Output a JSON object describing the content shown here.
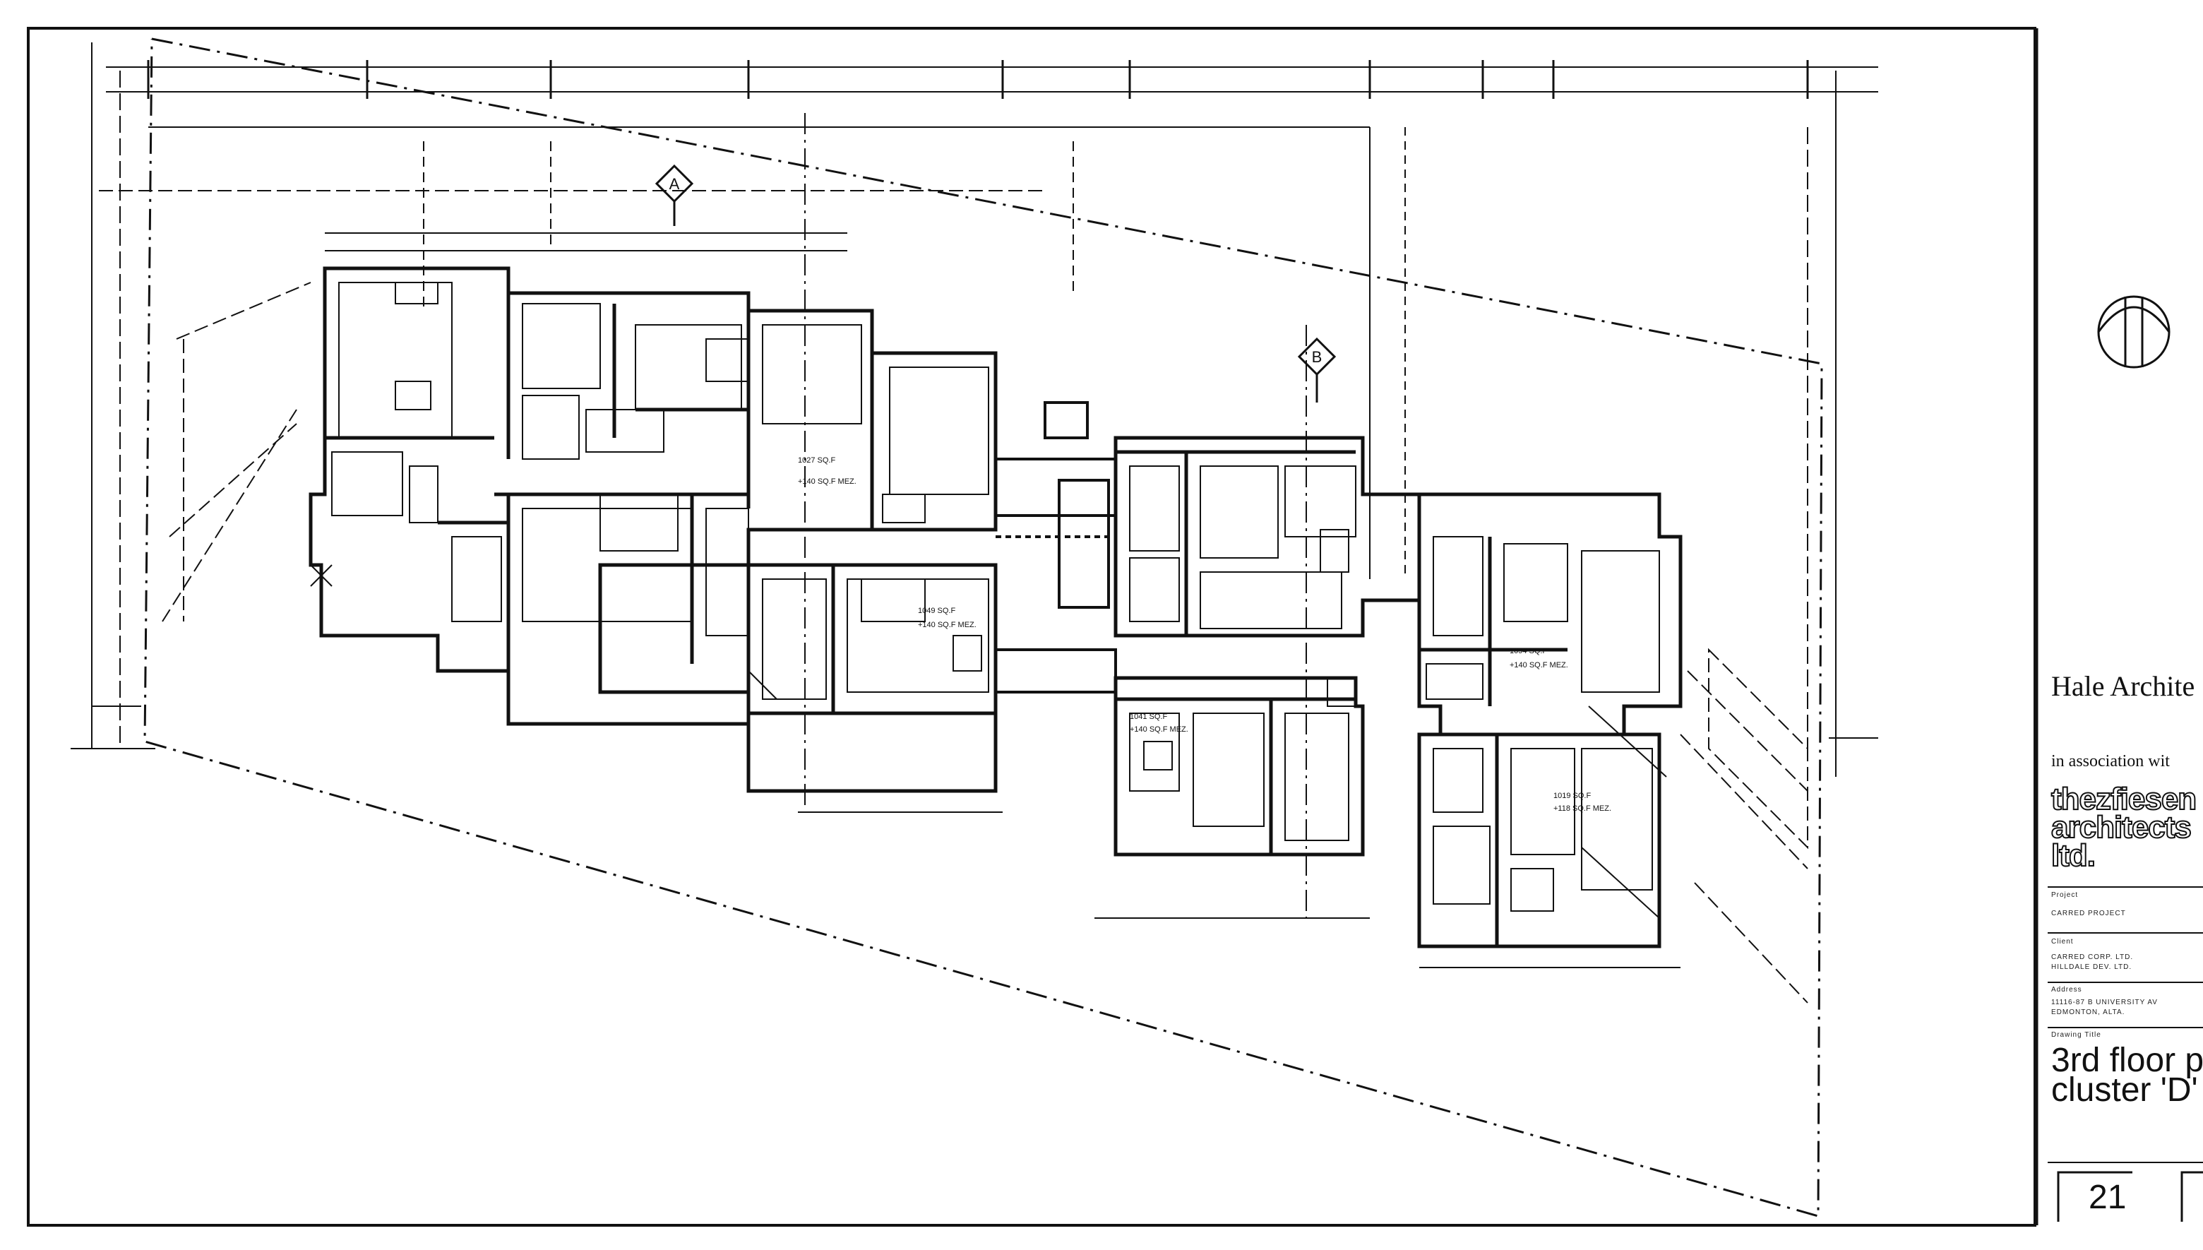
{
  "title_block": {
    "firm": "Hale Archite",
    "association": "in association wit",
    "associate_firm_lines": [
      "thezfiesen",
      "architects",
      "ltd."
    ],
    "project_label": "Project",
    "project": "CARRED PROJECT",
    "client_label": "Client",
    "client_lines": [
      "CARRED CORP. LTD.",
      "HILLDALE DEV. LTD."
    ],
    "address_label": "Address",
    "address_lines": [
      "11116-87 B UNIVERSITY AV",
      "EDMONTON, ALTA."
    ],
    "drawing_title_label": "Drawing Title",
    "drawing_title_lines": [
      "3rd floor p",
      "cluster 'D'"
    ],
    "sheet_number": "21"
  },
  "plan": {
    "section_marks": [
      "A",
      "B"
    ],
    "unit_areas": [
      "1027 SQ.F",
      "+140 SQ.F MEZ.",
      "1049 SQ.F",
      "+140 SQ.F MEZ.",
      "1041 SQ.F",
      "+140 SQ.F MEZ.",
      "1094 SQ.F",
      "+140 SQ.F MEZ.",
      "1019 SQ.F",
      "+118 SQ.F MEZ."
    ]
  }
}
